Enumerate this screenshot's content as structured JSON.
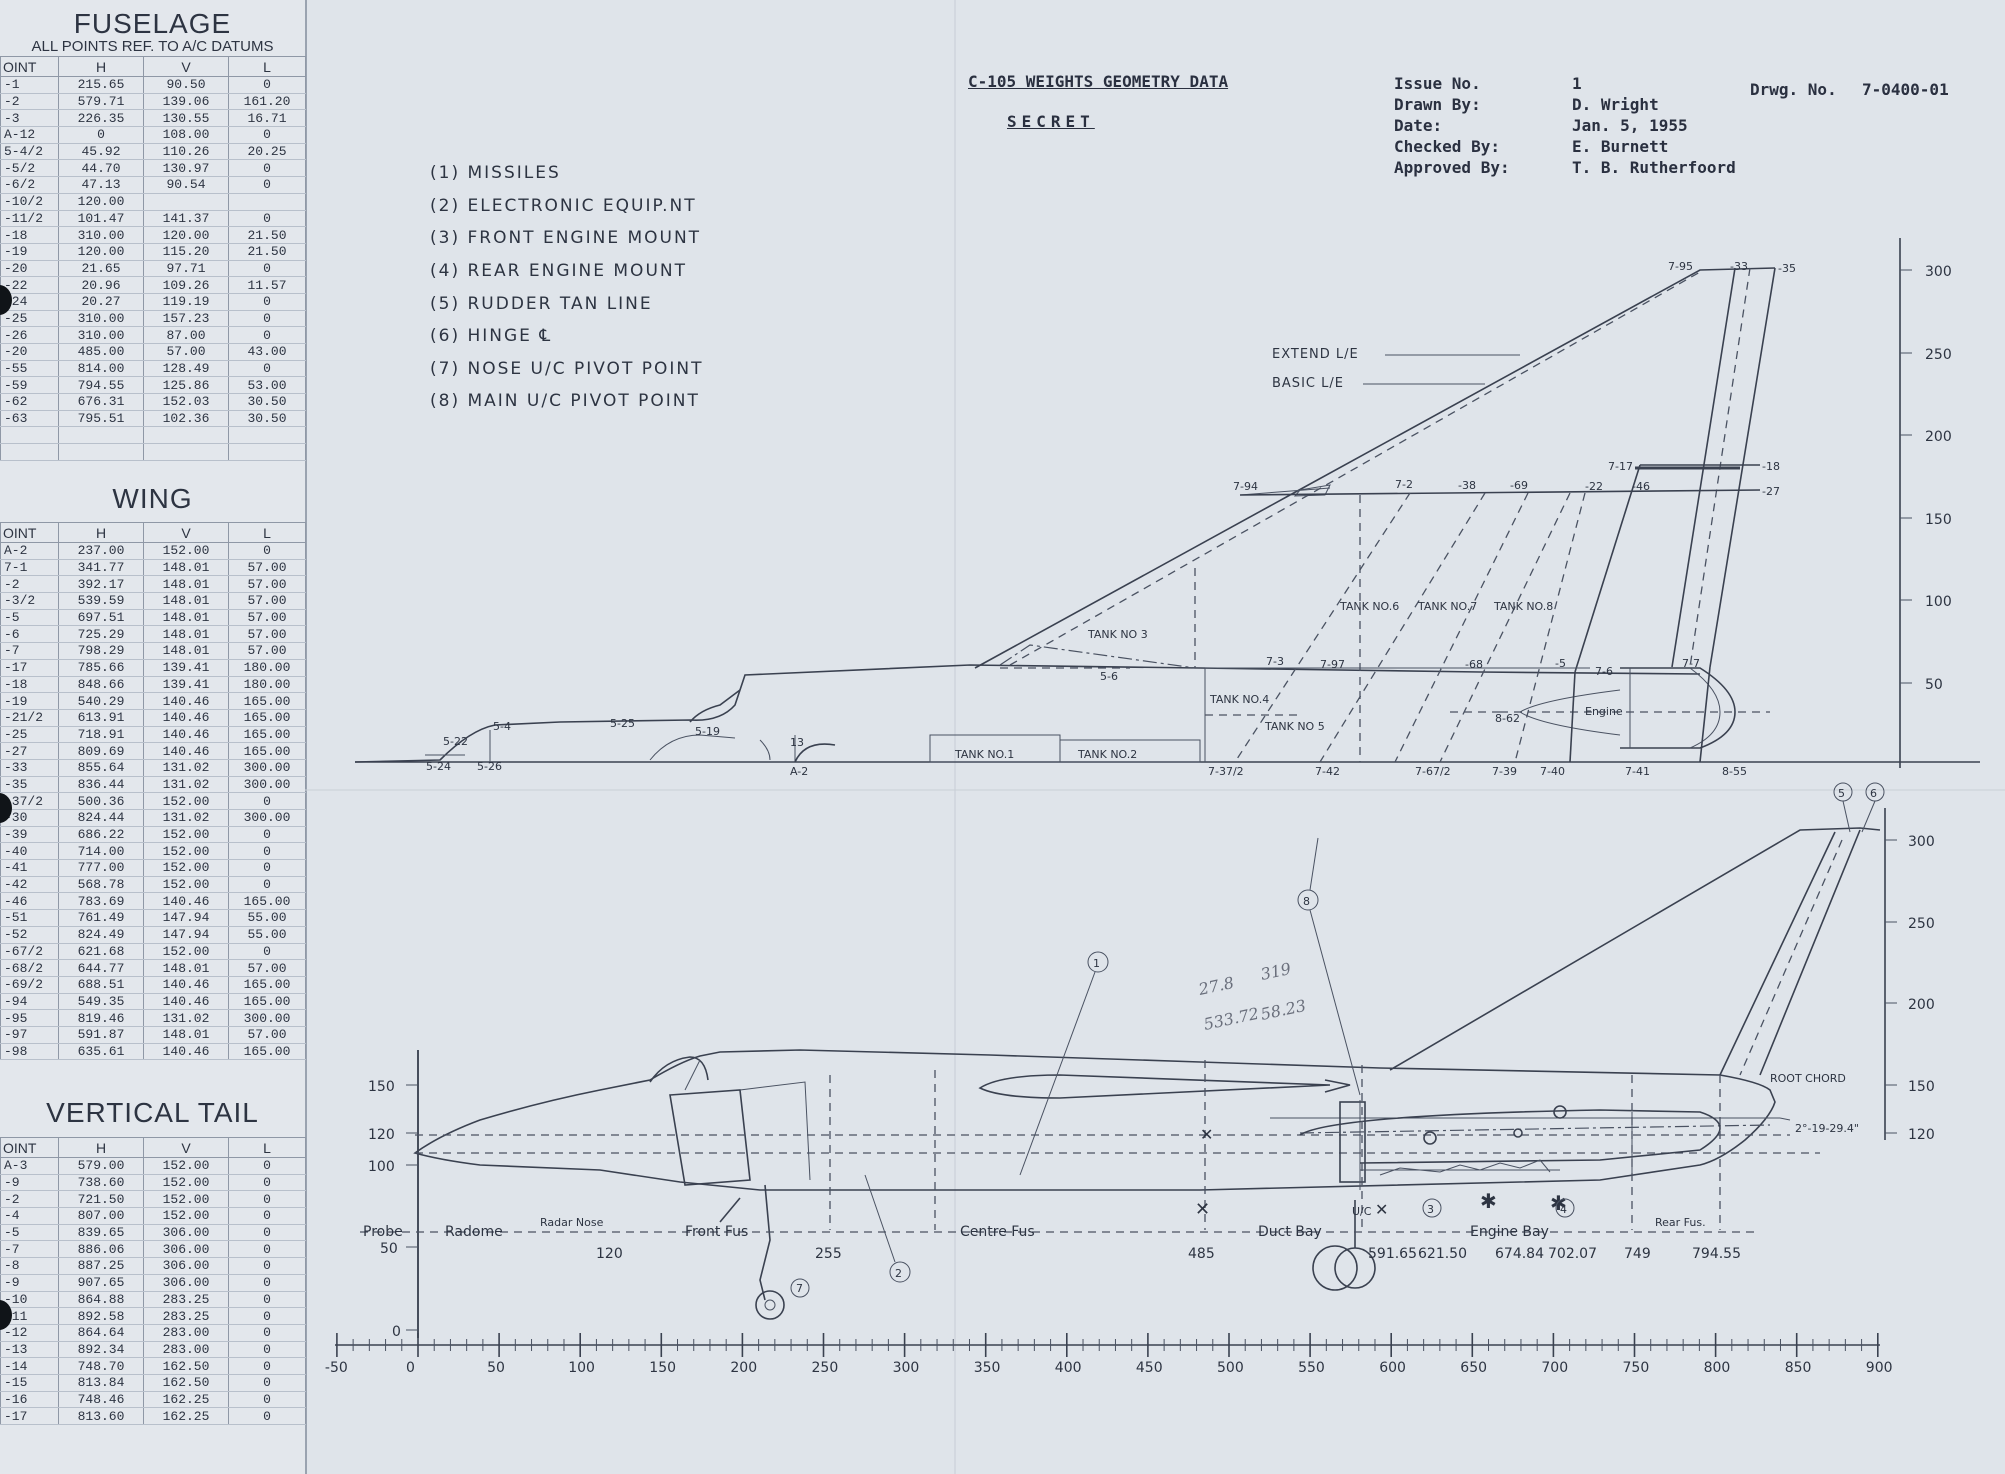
{
  "fuselage": {
    "title": "FUSELAGE",
    "subtitle": "ALL POINTS REF. TO A/C DATUMS",
    "headers": [
      "OINT",
      "H",
      "V",
      "L"
    ],
    "rows": [
      [
        "-1",
        "215.65",
        "90.50",
        "0"
      ],
      [
        "-2",
        "579.71",
        "139.06",
        "161.20"
      ],
      [
        "-3",
        "226.35",
        "130.55",
        "16.71"
      ],
      [
        "A-12",
        "0",
        "108.00",
        "0"
      ],
      [
        "5-4/2",
        "45.92",
        "110.26",
        "20.25"
      ],
      [
        "-5/2",
        "44.70",
        "130.97",
        "0"
      ],
      [
        "-6/2",
        "47.13",
        "90.54",
        "0"
      ],
      [
        "-10/2",
        "120.00",
        "",
        ""
      ],
      [
        "-11/2",
        "101.47",
        "141.37",
        "0"
      ],
      [
        "-18",
        "310.00",
        "120.00",
        "21.50"
      ],
      [
        "-19",
        "120.00",
        "115.20",
        "21.50"
      ],
      [
        "-20",
        "21.65",
        "97.71",
        "0"
      ],
      [
        "-22",
        "20.96",
        "109.26",
        "11.57"
      ],
      [
        "-24",
        "20.27",
        "119.19",
        "0"
      ],
      [
        "-25",
        "310.00",
        "157.23",
        "0"
      ],
      [
        "-26",
        "310.00",
        "87.00",
        "0"
      ],
      [
        "-20",
        "485.00",
        "57.00",
        "43.00"
      ],
      [
        "-55",
        "814.00",
        "128.49",
        "0"
      ],
      [
        "-59",
        "794.55",
        "125.86",
        "53.00"
      ],
      [
        "-62",
        "676.31",
        "152.03",
        "30.50"
      ],
      [
        "-63",
        "795.51",
        "102.36",
        "30.50"
      ],
      [
        "",
        "",
        "",
        ""
      ],
      [
        "",
        "",
        "",
        ""
      ]
    ]
  },
  "wing": {
    "title": "WING",
    "headers": [
      "OINT",
      "H",
      "V",
      "L"
    ],
    "rows": [
      [
        "A-2",
        "237.00",
        "152.00",
        "0"
      ],
      [
        "7-1",
        "341.77",
        "148.01",
        "57.00"
      ],
      [
        "-2",
        "392.17",
        "148.01",
        "57.00"
      ],
      [
        "-3/2",
        "539.59",
        "148.01",
        "57.00"
      ],
      [
        "-5",
        "697.51",
        "148.01",
        "57.00"
      ],
      [
        "-6",
        "725.29",
        "148.01",
        "57.00"
      ],
      [
        "-7",
        "798.29",
        "148.01",
        "57.00"
      ],
      [
        "-17",
        "785.66",
        "139.41",
        "180.00"
      ],
      [
        "-18",
        "848.66",
        "139.41",
        "180.00"
      ],
      [
        "-19",
        "540.29",
        "140.46",
        "165.00"
      ],
      [
        "-21/2",
        "613.91",
        "140.46",
        "165.00"
      ],
      [
        "-25",
        "718.91",
        "140.46",
        "165.00"
      ],
      [
        "-27",
        "809.69",
        "140.46",
        "165.00"
      ],
      [
        "-33",
        "855.64",
        "131.02",
        "300.00"
      ],
      [
        "-35",
        "836.44",
        "131.02",
        "300.00"
      ],
      [
        "-37/2",
        "500.36",
        "152.00",
        "0"
      ],
      [
        "-30",
        "824.44",
        "131.02",
        "300.00"
      ],
      [
        "-39",
        "686.22",
        "152.00",
        "0"
      ],
      [
        "-40",
        "714.00",
        "152.00",
        "0"
      ],
      [
        "-41",
        "777.00",
        "152.00",
        "0"
      ],
      [
        "-42",
        "568.78",
        "152.00",
        "0"
      ],
      [
        "-46",
        "783.69",
        "140.46",
        "165.00"
      ],
      [
        "-51",
        "761.49",
        "147.94",
        "55.00"
      ],
      [
        "-52",
        "824.49",
        "147.94",
        "55.00"
      ],
      [
        "-67/2",
        "621.68",
        "152.00",
        "0"
      ],
      [
        "-68/2",
        "644.77",
        "148.01",
        "57.00"
      ],
      [
        "-69/2",
        "688.51",
        "140.46",
        "165.00"
      ],
      [
        "-94",
        "549.35",
        "140.46",
        "165.00"
      ],
      [
        "-95",
        "819.46",
        "131.02",
        "300.00"
      ],
      [
        "-97",
        "591.87",
        "148.01",
        "57.00"
      ],
      [
        "-98",
        "635.61",
        "140.46",
        "165.00"
      ]
    ]
  },
  "vertical_tail": {
    "title": "VERTICAL TAIL",
    "headers": [
      "OINT",
      "H",
      "V",
      "L"
    ],
    "rows": [
      [
        "A-3",
        "579.00",
        "152.00",
        "0"
      ],
      [
        "-9",
        "738.60",
        "152.00",
        "0"
      ],
      [
        "-2",
        "721.50",
        "152.00",
        "0"
      ],
      [
        "-4",
        "807.00",
        "152.00",
        "0"
      ],
      [
        "-5",
        "839.65",
        "306.00",
        "0"
      ],
      [
        "-7",
        "886.06",
        "306.00",
        "0"
      ],
      [
        "-8",
        "887.25",
        "306.00",
        "0"
      ],
      [
        "-9",
        "907.65",
        "306.00",
        "0"
      ],
      [
        "-10",
        "864.88",
        "283.25",
        "0"
      ],
      [
        "-11",
        "892.58",
        "283.25",
        "0"
      ],
      [
        "-12",
        "864.64",
        "283.00",
        "0"
      ],
      [
        "-13",
        "892.34",
        "283.00",
        "0"
      ],
      [
        "-14",
        "748.70",
        "162.50",
        "0"
      ],
      [
        "-15",
        "813.84",
        "162.50",
        "0"
      ],
      [
        "-16",
        "748.46",
        "162.25",
        "0"
      ],
      [
        "-17",
        "813.60",
        "162.25",
        "0"
      ]
    ]
  },
  "title_block": {
    "drawing_title": "C-105  WEIGHTS GEOMETRY DATA",
    "classification": "SECRET",
    "issue_label": "Issue No.",
    "issue_value": "1",
    "drawn_label": "Drawn By:",
    "drawn_value": "D. Wright",
    "date_label": "Date:",
    "date_value": "Jan. 5, 1955",
    "checked_label": "Checked By:",
    "checked_value": "E. Burnett",
    "approved_label": "Approved By:",
    "approved_value": "T. B. Rutherfoord",
    "drwg_label": "Drwg. No.",
    "drwg_value": "7-0400-01"
  },
  "legend": [
    "(1) MISSILES",
    "(2) ELECTRONIC EQUIP.NT",
    "(3) FRONT ENGINE MOUNT",
    "(4) REAR ENGINE MOUNT",
    "(5) RUDDER TAN LINE",
    "(6) HINGE ℄",
    "(7) NOSE U/C PIVOT POINT",
    "(8) MAIN U/C PIVOT POINT"
  ],
  "plan_view": {
    "y_scale_labels": [
      "300",
      "250",
      "200",
      "150",
      "100",
      "50"
    ],
    "annotations": [
      "EXTEND L/E",
      "BASIC L/E",
      "TANK NO 3",
      "TANK NO.4",
      "TANK NO 5",
      "TANK NO.6",
      "TANK NO.7",
      "TANK NO.8",
      "TANK NO.1",
      "TANK NO.2",
      "Engine"
    ],
    "point_labels": [
      "7-95",
      "-33",
      "-35",
      "7-94",
      "7-2",
      "-38",
      "-69",
      "-22",
      "-46",
      "-27",
      "7-17",
      "-18",
      "7-3",
      "7-97",
      "-68",
      "-5",
      "7-6",
      "7-7",
      "5-25",
      "5-24",
      "5-26",
      "5-22",
      "5-4",
      "5-6",
      "5-19",
      "13",
      "A-2",
      "7-37/2",
      "7-42",
      "7-67/2",
      "7-39",
      "7-40",
      "7-41",
      "8-55",
      "8-62"
    ]
  },
  "side_view": {
    "y_scale_right": [
      "300",
      "250",
      "200",
      "150",
      "120"
    ],
    "y_scale_left": [
      "150",
      "120",
      "100",
      "50",
      "0"
    ],
    "section_labels": [
      "Probe",
      "Radome",
      "Radar Nose",
      "Front Fus",
      "Centre Fus",
      "Duct Bay",
      "Engine Bay",
      "Rear Fus."
    ],
    "station_values": [
      "120",
      "255",
      "485",
      "591.65",
      "621.50",
      "674.84",
      "702.07",
      "749",
      "794.55"
    ],
    "root_chord_label": "ROOT CHORD",
    "angle_label": "2°-19-29.4\"",
    "pencil_notes": [
      "27.8",
      "533.72",
      "319",
      "58.23"
    ],
    "uc_label": "U/C"
  },
  "x_axis": {
    "ticks": [
      "-50",
      "0",
      "50",
      "100",
      "150",
      "200",
      "250",
      "300",
      "350",
      "400",
      "450",
      "500",
      "550",
      "600",
      "650",
      "700",
      "750",
      "800",
      "850",
      "900"
    ]
  }
}
